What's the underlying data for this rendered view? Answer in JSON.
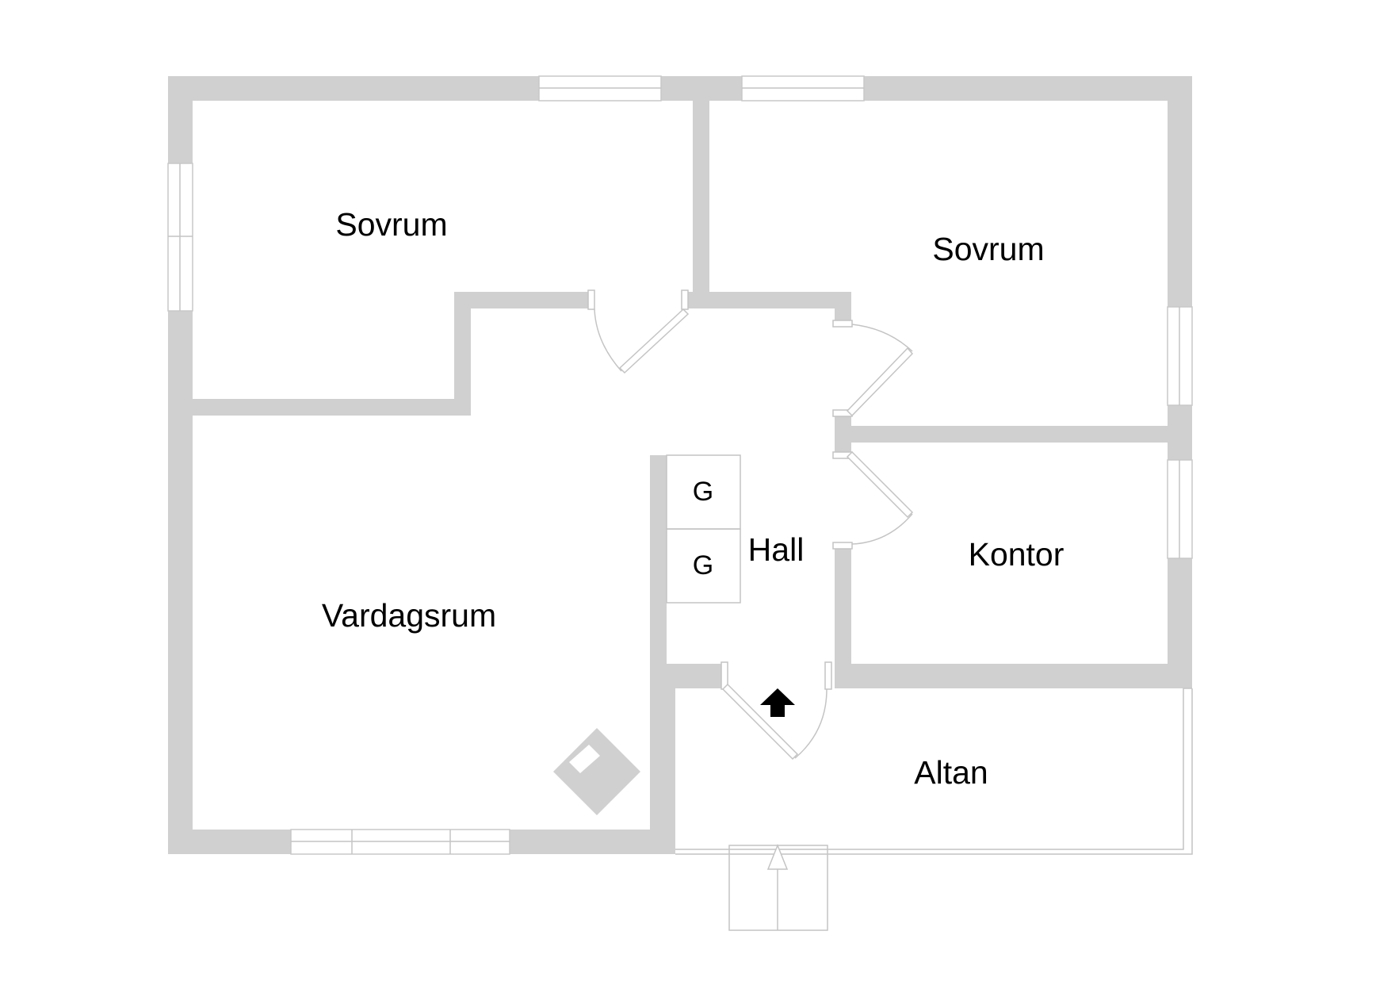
{
  "rooms": {
    "sovrum_left": "Sovrum",
    "sovrum_right": "Sovrum",
    "vardagsrum": "Vardagsrum",
    "hall": "Hall",
    "kontor": "Kontor",
    "altan": "Altan"
  },
  "closets": [
    "G",
    "G"
  ],
  "colors": {
    "wall": "#d0d0d0",
    "outline": "#c4c4c4",
    "text": "#000000",
    "entrance_arrow": "#000000",
    "stair_arrow": "#d0d0d0"
  }
}
